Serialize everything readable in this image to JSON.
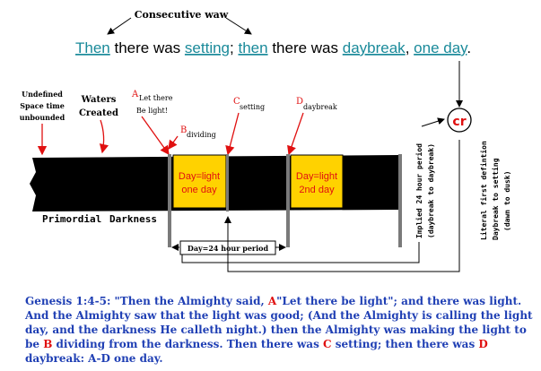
{
  "headline": {
    "consecutive_label": "Consecutive waw",
    "word_then1": "Then",
    "text_there1": "there was",
    "word_setting": "setting",
    "semicolon": ";",
    "word_then2": "then",
    "text_there2": "there was",
    "word_daybreak": "daybreak",
    "comma": ",",
    "word_oneday": "one day",
    "period": "."
  },
  "labels": {
    "undefined_line1": "Undefined",
    "undefined_line2": "Space time",
    "undefined_line3": "unbounded",
    "waters_line1": "Waters",
    "waters_line2": "Created",
    "a_letter": "A",
    "a_text1": "Let there",
    "a_text2": "Be light!",
    "b_letter": "B",
    "b_text": "dividing",
    "c_letter": "C",
    "c_text": "setting",
    "d_letter": "D",
    "d_text": "daybreak",
    "primordial": "Primordial",
    "darkness": "Darkness",
    "day1_line1": "Day=light",
    "day1_line2": "one day",
    "day2_line1": "Day=light",
    "day2_line2": "2nd day",
    "day24": "Day=24 hour period",
    "implied_line1": "Implied 24 hour period",
    "implied_line2": "(daybreak to daybreak)",
    "literal_line1": "Literal first defintion",
    "literal_line2": "Daybreak to setting",
    "literal_line3": "(dawn to dusk)",
    "circle_symbol": "cr"
  },
  "caption": {
    "t1": "Genesis 1:4-5:  \"Then the Almighty said, ",
    "a": "A",
    "t2": "\"Let there be light\"; and there was light. And the Almighty saw that the light was good; (And the Almighty is calling the light day, and the darkness He calleth night.) then the Almighty was making the light to be ",
    "b": "B",
    "t3": " dividing from the darkness.  Then there was ",
    "c": "C",
    "t4": " setting; then there was ",
    "d": "D",
    "t5": " daybreak: A-D one day."
  },
  "colors": {
    "link_teal": "#1a8a9a",
    "day_yellow": "#ffd200",
    "arrow_red": "#e01010",
    "caption_blue": "#1f3fb4"
  }
}
